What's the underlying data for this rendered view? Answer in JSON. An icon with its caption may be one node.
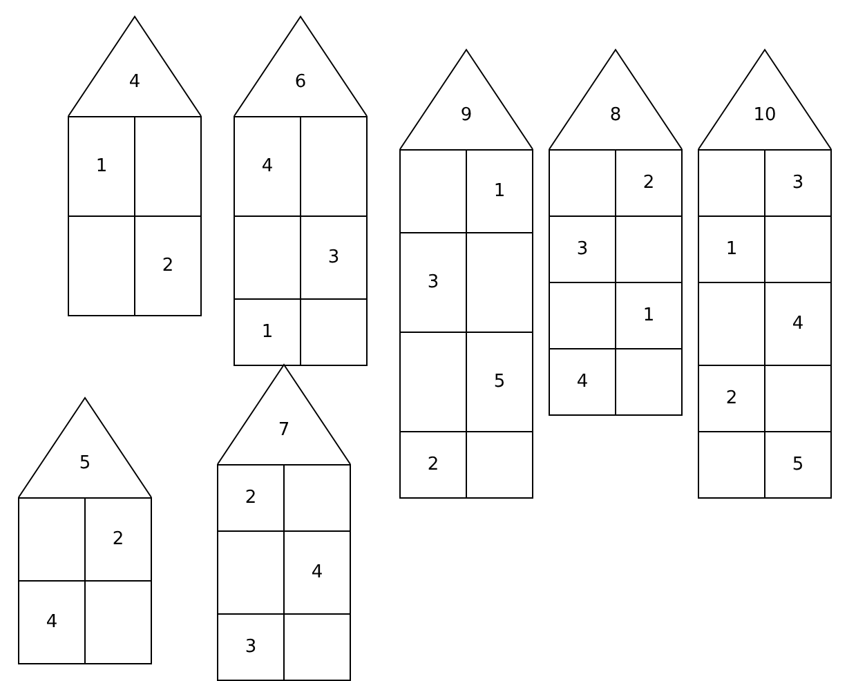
{
  "diagram": {
    "nodes": [
      {
        "text": [
          "4"
        ]
      },
      {
        "text": [
          "1"
        ]
      },
      {
        "text": [],
        "shape": "box"
      },
      {
        "text": [],
        "shape": "box"
      },
      {
        "text": [
          "2"
        ]
      },
      {
        "text": [
          "6"
        ]
      },
      {
        "text": [
          "4"
        ]
      },
      {
        "text": [],
        "shape": "box"
      },
      {
        "text": [],
        "shape": "box"
      },
      {
        "text": [
          "3"
        ]
      },
      {
        "text": [
          "1"
        ]
      },
      {
        "text": [],
        "shape": "box"
      },
      {
        "text": [
          "9"
        ]
      },
      {
        "text": [],
        "shape": "box"
      },
      {
        "text": [
          "1"
        ]
      },
      {
        "text": [
          "3"
        ]
      },
      {
        "text": [],
        "shape": "box"
      },
      {
        "text": [],
        "shape": "box"
      },
      {
        "text": [
          "5"
        ]
      },
      {
        "text": [
          "2"
        ]
      },
      {
        "text": [],
        "shape": "box"
      },
      {
        "text": [
          "8"
        ]
      },
      {
        "text": [],
        "shape": "box"
      },
      {
        "text": [
          "2"
        ]
      },
      {
        "text": [
          "3"
        ]
      },
      {
        "text": [],
        "shape": "box"
      },
      {
        "text": [],
        "shape": "box"
      },
      {
        "text": [
          "1"
        ]
      },
      {
        "text": [
          "4"
        ]
      },
      {
        "text": [],
        "shape": "box"
      },
      {
        "text": [
          "10"
        ]
      },
      {
        "text": [],
        "shape": "box"
      },
      {
        "text": [
          "3"
        ]
      },
      {
        "text": [
          "1"
        ]
      },
      {
        "text": [],
        "shape": "box"
      },
      {
        "text": [],
        "shape": "box"
      },
      {
        "text": [
          "4"
        ]
      },
      {
        "text": [
          "2"
        ]
      },
      {
        "text": [],
        "shape": "box"
      },
      {
        "text": [],
        "shape": "box"
      },
      {
        "text": [
          "5"
        ]
      },
      {
        "text": [
          "5"
        ]
      },
      {
        "text": [],
        "shape": "box"
      },
      {
        "text": [
          "2"
        ]
      },
      {
        "text": [
          "4"
        ]
      },
      {
        "text": [],
        "shape": "box"
      },
      {
        "text": [
          "7"
        ]
      },
      {
        "text": [
          "2"
        ]
      },
      {
        "text": [],
        "shape": "box"
      },
      {
        "text": [],
        "shape": "box"
      },
      {
        "text": [
          "4"
        ]
      },
      {
        "text": [
          "3"
        ]
      },
      {
        "text": [],
        "shape": "box"
      }
    ]
  }
}
